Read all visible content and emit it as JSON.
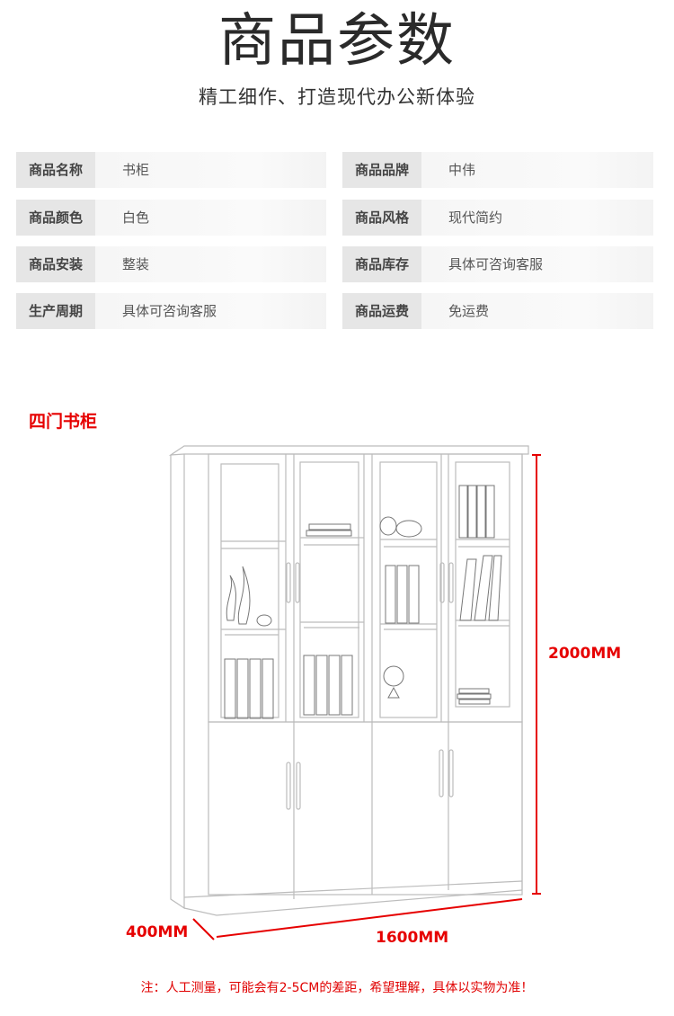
{
  "header": {
    "title": "商品参数",
    "subtitle": "精工细作、打造现代办公新体验"
  },
  "specs": {
    "left": [
      {
        "key": "商品名称",
        "value": "书柜"
      },
      {
        "key": "商品颜色",
        "value": "白色"
      },
      {
        "key": "商品安装",
        "value": "整装"
      },
      {
        "key": "生产周期",
        "value": "具体可咨询客服"
      }
    ],
    "right": [
      {
        "key": "商品品牌",
        "value": "中伟"
      },
      {
        "key": "商品风格",
        "value": "现代简约"
      },
      {
        "key": "商品库存",
        "value": "具体可咨询客服"
      },
      {
        "key": "商品运费",
        "value": "免运费"
      }
    ]
  },
  "product": {
    "section_title": "四门书柜",
    "height_label": "2000MM",
    "depth_label": "400MM",
    "width_label": "1600MM"
  },
  "note": "注：人工测量，可能会有2-5CM的差距，希望理解，具体以实物为准！",
  "colors": {
    "accent": "#e60000",
    "key_bg": "#e6e6e6",
    "value_bg": "#f6f6f6"
  }
}
